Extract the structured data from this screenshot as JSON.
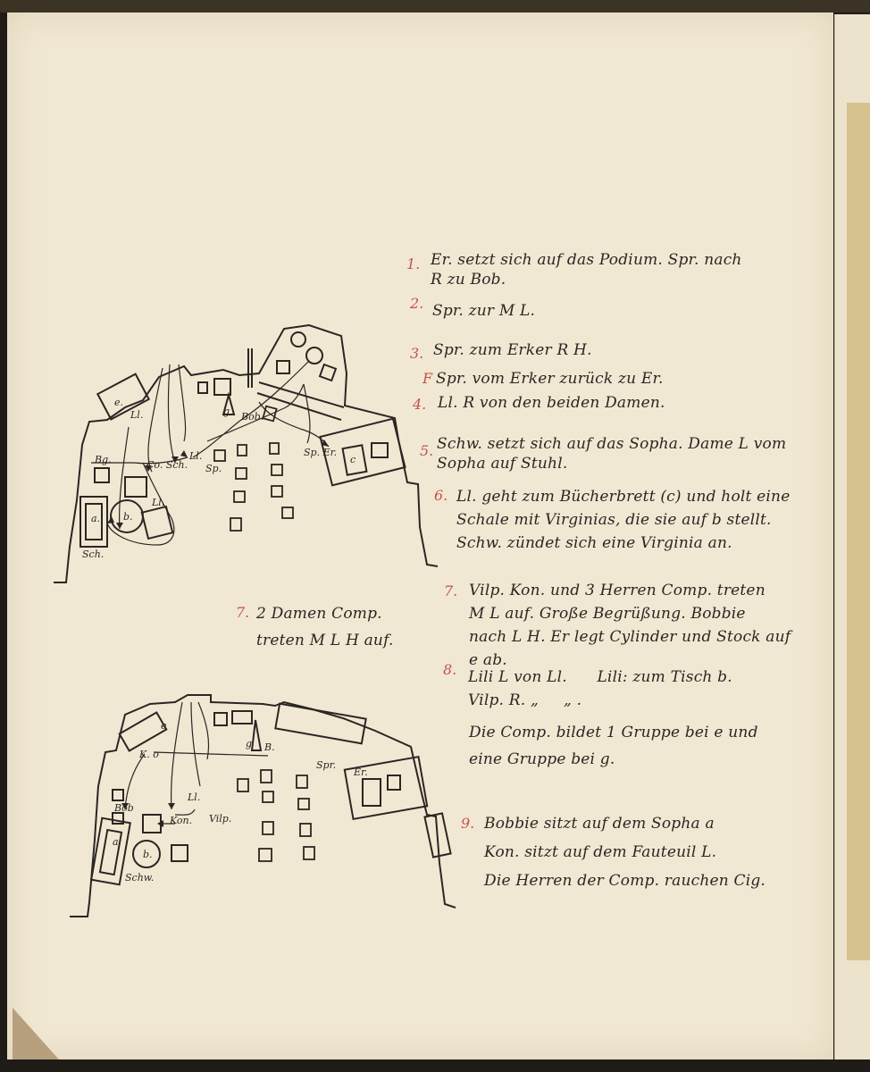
{
  "notes": [
    {
      "num": "1.",
      "text": "Er. setzt sich auf das Podium. Spr. nach\nR zu Bob."
    },
    {
      "num": "2.",
      "text": "Spr. zur M L."
    },
    {
      "num": "3.",
      "text": "Spr. zum Erker R H."
    },
    {
      "num": "F",
      "text": "Spr. vom Erker zurück zu Er."
    },
    {
      "num": "4.",
      "text": "Ll. R von den beiden Damen."
    },
    {
      "num": "5.",
      "text": "Schw. setzt sich auf das Sopha. Dame L vom\nSopha auf Stuhl."
    },
    {
      "num": "6.",
      "text": "Ll. geht zum Bücherbrett (c) und holt eine\nSchale mit Virginias, die sie auf b stellt.\nSchw. zündet sich eine Virginia an."
    },
    {
      "num": "7.",
      "text": "Vilp. Kon. und 3 Herren Comp. treten\nM L auf. Große Begrüßung. Bobbie\nnach L H. Er legt Cylinder und Stock auf\ne ab."
    },
    {
      "num": "8.",
      "text": "Lili L von Ll.      Lili: zum Tisch b.\nVilp. R. „     „ ."
    },
    {
      "num": "",
      "text": "Die Comp. bildet 1 Gruppe bei e und\neine Gruppe bei g."
    },
    {
      "num": "9.",
      "text": "Bobbie sitzt auf dem Sopha a\nKon. sitzt auf dem Fauteuil L.\nDie Herren der Comp. rauchen Cig."
    }
  ],
  "side_note": {
    "num": "7.",
    "text": "2 Damen Comp.\ntreten M L H auf."
  },
  "diagram1": {
    "labels": [
      "e.",
      "Ll.",
      "g",
      "Bob.",
      "Co. Sch.",
      "Bg.",
      "Sp.",
      "Ll.",
      "Sp. Er.",
      "c",
      "a.",
      "b.",
      "Ll.",
      "Sch."
    ]
  },
  "diagram2": {
    "labels": [
      "e",
      "K. o",
      "g",
      "B.",
      "Spr.",
      "Er.",
      "Bob",
      "Kon.",
      "Ll.",
      "Vilp.",
      "a",
      "b.",
      "Schw."
    ]
  },
  "colors": {
    "ink": "#2a2623",
    "red_numbers": "#c2544a",
    "paper": "#f1e8d3"
  }
}
